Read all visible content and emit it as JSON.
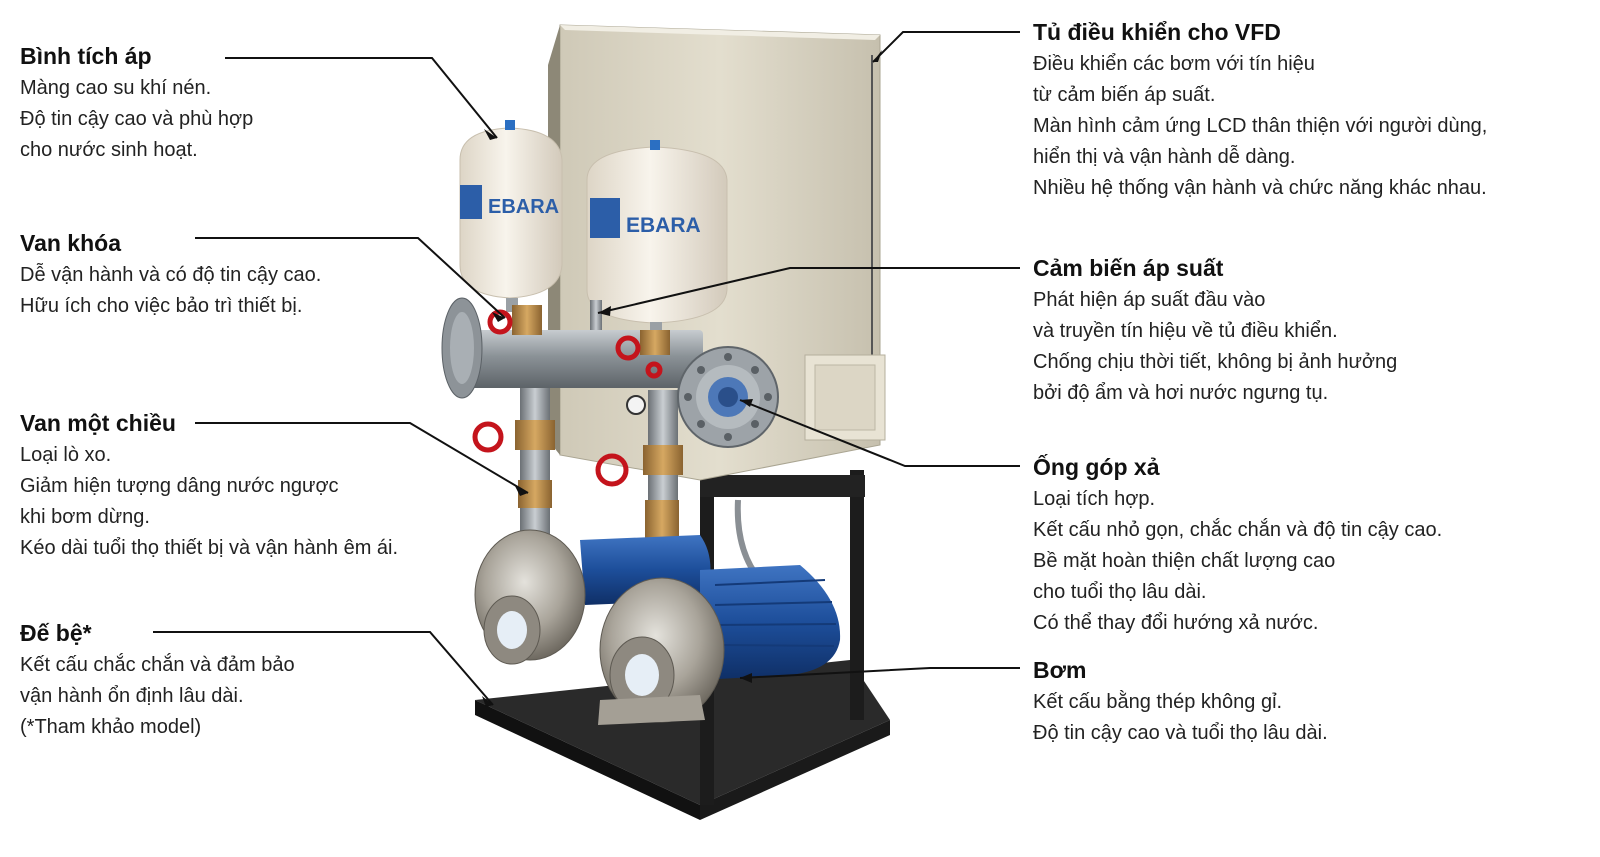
{
  "brand_label": "EBARA",
  "colors": {
    "cabinet": "#d9d4c3",
    "tank": "#f1ebe0",
    "pipe": "#9ba1a6",
    "motor": "#1d4e9a",
    "valve": "#c4141c",
    "brass": "#b98a45",
    "frame": "#1c1c1c",
    "flange_face": "#4d78b8"
  },
  "callouts": [
    {
      "id": "pressure-tank",
      "title": "Bình tích áp",
      "lines": [
        "Màng cao su khí nén.",
        "Độ tin cậy cao và phù hợp",
        "cho nước sinh hoạt."
      ]
    },
    {
      "id": "gate-valve",
      "title": "Van khóa",
      "lines": [
        "Dễ vận hành và có độ tin cậy cao.",
        "Hữu ích cho việc bảo trì thiết bị."
      ]
    },
    {
      "id": "check-valve",
      "title": "Van một chiều",
      "lines": [
        "Loại lò xo.",
        "Giảm hiện tượng dâng nước ngược",
        "khi bơm dừng.",
        "Kéo dài tuổi thọ thiết bị và vận hành êm ái."
      ]
    },
    {
      "id": "base",
      "title": "Đế bệ*",
      "lines": [
        "Kết cấu chắc chắn và đảm bảo",
        "vận hành ổn định lâu dài.",
        "(*Tham khảo model)"
      ]
    },
    {
      "id": "vfd-cabinet",
      "title": "Tủ điều khiển cho VFD",
      "lines": [
        "Điều khiển các bơm với tín hiệu",
        "từ cảm biến áp suất.",
        "Màn hình cảm ứng LCD thân thiện với người dùng,",
        "hiển thị và vận hành dễ dàng.",
        "Nhiều hệ thống vận hành và chức năng khác nhau."
      ]
    },
    {
      "id": "pressure-sensor",
      "title": "Cảm biến áp suất",
      "lines": [
        "Phát hiện áp suất đầu vào",
        "và truyền tín hiệu về tủ điều khiển.",
        "Chống chịu thời tiết, không bị ảnh hưởng",
        "bởi độ ẩm và hơi nước ngưng tụ."
      ]
    },
    {
      "id": "discharge-manifold",
      "title": "Ống góp xả",
      "lines": [
        "Loại tích hợp.",
        "Kết cấu nhỏ gọn, chắc chắn và độ tin cậy cao.",
        "Bề mặt hoàn thiện chất lượng cao",
        "cho tuổi thọ lâu dài.",
        "Có thể thay đổi hướng xả nước."
      ]
    },
    {
      "id": "pump",
      "title": "Bơm",
      "lines": [
        "Kết cấu bằng thép không gỉ.",
        "Độ tin cậy cao và tuổi thọ lâu dài."
      ]
    }
  ]
}
